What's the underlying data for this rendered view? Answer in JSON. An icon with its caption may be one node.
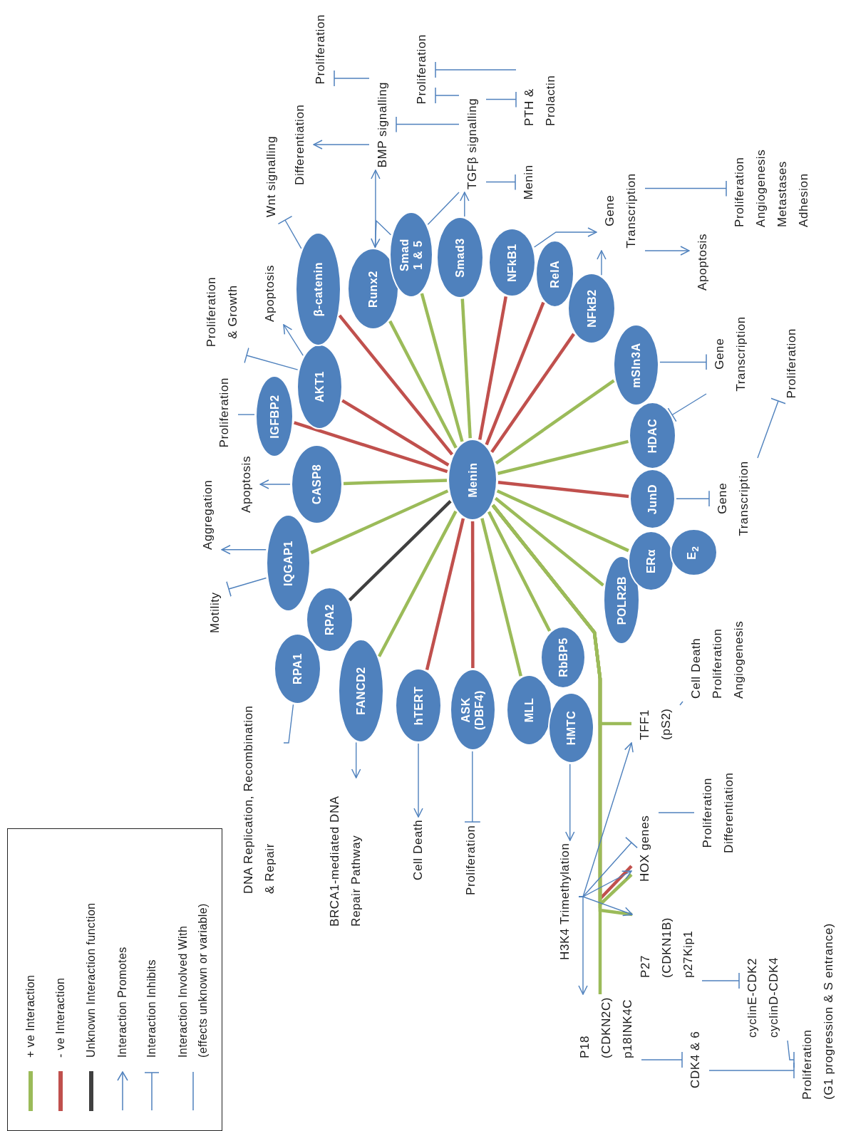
{
  "diagram": {
    "nodes": [
      {
        "text": [
          "Menin"
        ]
      },
      {
        "text": [
          "RPA1"
        ]
      },
      {
        "text": [
          "RPA2"
        ]
      },
      {
        "text": [
          "IQGAP1"
        ]
      },
      {
        "text": [
          "CASP8"
        ]
      },
      {
        "text": [
          "IGFBP2"
        ]
      },
      {
        "text": [
          "AKT1"
        ]
      },
      {
        "text": [
          "β-catenin"
        ]
      },
      {
        "text": [
          "Runx2"
        ]
      },
      {
        "text": [
          "Smad 1 & 5"
        ]
      },
      {
        "text": [
          "Smad3"
        ]
      },
      {
        "text": [
          "NFkB1"
        ]
      },
      {
        "text": [
          "RelA"
        ]
      },
      {
        "text": [
          "NFkB2"
        ]
      },
      {
        "text": [
          "mSIn3A"
        ]
      },
      {
        "text": [
          "HDAC"
        ]
      },
      {
        "text": [
          "JunD"
        ]
      },
      {
        "text": [
          "ERα"
        ]
      },
      {
        "text": [
          "E$_{2}$"
        ]
      },
      {
        "text": [
          "POLR2B"
        ]
      },
      {
        "text": [
          "RbBP5"
        ]
      },
      {
        "text": [
          "HMTC"
        ]
      },
      {
        "text": [
          "MLL"
        ]
      },
      {
        "text": [
          "ASK (DBF4)"
        ]
      },
      {
        "text": [
          "hTERT"
        ]
      },
      {
        "text": [
          "FANCD2"
        ]
      },
      {
        "text": [
          "DNA Replication, Recombination & Repair"
        ]
      },
      {
        "text": [
          "BRCA1-mediated DNA Repair Pathway"
        ]
      },
      {
        "text": [
          "Cell Death"
        ]
      },
      {
        "text": [
          "Proliferation"
        ]
      },
      {
        "text": [
          "H3K4 Trimethylation"
        ]
      },
      {
        "text": [
          "TFF1 (pS2)"
        ]
      },
      {
        "text": [
          "Cell Death",
          "Proliferation",
          "Angiogenesis"
        ]
      },
      {
        "text": [
          "HOX genes"
        ]
      },
      {
        "text": [
          "Proliferation",
          "Differentiation"
        ]
      },
      {
        "text": [
          "P27",
          "(CDKN1B)",
          "p27Kip1"
        ]
      },
      {
        "text": [
          "P18",
          "(CDKN2C)",
          "p18INK4C"
        ]
      },
      {
        "text": [
          "CDK4 & 6"
        ]
      },
      {
        "text": [
          "cyclinE-CDK2",
          "cyclinD-CDK4"
        ]
      },
      {
        "text": [
          "Proliferation",
          "(G1 progression & S entrance)"
        ]
      },
      {
        "text": [
          "Gene Transcription"
        ]
      },
      {
        "text": [
          "Proliferation"
        ]
      },
      {
        "text": [
          "Gene Transcription"
        ]
      },
      {
        "text": [
          "Gene Transcription"
        ]
      },
      {
        "text": [
          "Apoptosis"
        ]
      },
      {
        "text": [
          "Proliferation",
          "Angiogenesis",
          "Metastases",
          "Adhesion"
        ]
      },
      {
        "text": [
          "TGFβ signalling"
        ]
      },
      {
        "text": [
          "Menin"
        ]
      },
      {
        "text": [
          "PTH & Prolactin"
        ]
      },
      {
        "text": [
          "Proliferation"
        ]
      },
      {
        "text": [
          "BMP signalling"
        ]
      },
      {
        "text": [
          "Differentiation"
        ]
      },
      {
        "text": [
          "Proliferation"
        ]
      },
      {
        "text": [
          "Wnt signalling"
        ]
      },
      {
        "text": [
          "Apoptosis"
        ]
      },
      {
        "text": [
          "Proliferation & Growth"
        ]
      },
      {
        "text": [
          "Proliferation"
        ]
      },
      {
        "text": [
          "Apoptosis"
        ]
      },
      {
        "text": [
          "Aggregation"
        ]
      },
      {
        "text": [
          "Motility"
        ]
      }
    ],
    "edges": [
      {
        "from": 0,
        "to": 2,
        "arrow": "none",
        "style": "thick",
        "color": "#404040"
      },
      {
        "from": 0,
        "to": 3,
        "arrow": "none",
        "style": "thick",
        "color": "#9bbb59"
      },
      {
        "from": 0,
        "to": 4,
        "arrow": "none",
        "style": "thick",
        "color": "#9bbb59"
      },
      {
        "from": 0,
        "to": 5,
        "arrow": "none",
        "style": "thick",
        "color": "#c0504d"
      },
      {
        "from": 0,
        "to": 6,
        "arrow": "none",
        "style": "thick",
        "color": "#c0504d"
      },
      {
        "from": 0,
        "to": 7,
        "arrow": "none",
        "style": "thick",
        "color": "#c0504d"
      },
      {
        "from": 0,
        "to": 8,
        "arrow": "none",
        "style": "thick",
        "color": "#9bbb59"
      },
      {
        "from": 0,
        "to": 9,
        "arrow": "none",
        "style": "thick",
        "color": "#9bbb59"
      },
      {
        "from": 0,
        "to": 10,
        "arrow": "none",
        "style": "thick",
        "color": "#9bbb59"
      },
      {
        "from": 0,
        "to": 11,
        "arrow": "none",
        "style": "thick",
        "color": "#c0504d"
      },
      {
        "from": 0,
        "to": 12,
        "arrow": "none",
        "style": "thick",
        "color": "#c0504d"
      },
      {
        "from": 0,
        "to": 13,
        "arrow": "none",
        "style": "thick",
        "color": "#c0504d"
      },
      {
        "from": 0,
        "to": 14,
        "arrow": "none",
        "style": "thick",
        "color": "#9bbb59"
      },
      {
        "from": 0,
        "to": 15,
        "arrow": "none",
        "style": "thick",
        "color": "#9bbb59"
      },
      {
        "from": 0,
        "to": 16,
        "arrow": "none",
        "style": "thick",
        "color": "#c0504d"
      },
      {
        "from": 0,
        "to": 17,
        "arrow": "none",
        "style": "thick",
        "color": "#9bbb59"
      },
      {
        "from": 0,
        "to": 19,
        "arrow": "none",
        "style": "thick",
        "color": "#9bbb59"
      },
      {
        "from": 0,
        "to": 20,
        "arrow": "none",
        "style": "thick",
        "color": "#9bbb59"
      },
      {
        "from": 0,
        "to": 22,
        "arrow": "none",
        "style": "thick",
        "color": "#9bbb59"
      },
      {
        "from": 0,
        "to": 23,
        "arrow": "none",
        "style": "thick",
        "color": "#c0504d"
      },
      {
        "from": 0,
        "to": 24,
        "arrow": "none",
        "style": "thick",
        "color": "#c0504d"
      },
      {
        "from": 0,
        "to": 25,
        "arrow": "none",
        "style": "thick",
        "color": "#9bbb59"
      },
      {
        "from": 0,
        "to": 33,
        "arrow": "none",
        "style": "thick",
        "color": "#c0504d"
      },
      {
        "from": 0,
        "to": 31,
        "arrow": "none",
        "style": "thick",
        "color": "#9bbb59"
      },
      {
        "from": 0,
        "to": 36,
        "arrow": "none",
        "style": "thick",
        "color": "#9bbb59"
      },
      {
        "from": 0,
        "to": 33,
        "arrow": "none",
        "style": "thick",
        "color": "#9bbb59"
      },
      {
        "from": 0,
        "to": 35,
        "arrow": "none",
        "style": "thick",
        "color": "#9bbb59"
      },
      {
        "from": 1,
        "to": 26,
        "arrow": "none"
      },
      {
        "from": 25,
        "to": 27,
        "arrow": "to"
      },
      {
        "from": 24,
        "to": 28,
        "arrow": "to"
      },
      {
        "from": 23,
        "to": 29,
        "arrow": "other"
      },
      {
        "from": 21,
        "to": 30,
        "arrow": "to"
      },
      {
        "from": 30,
        "to": 36,
        "arrow": "to"
      },
      {
        "from": 30,
        "to": 35,
        "arrow": "to"
      },
      {
        "from": 30,
        "to": 33,
        "arrow": "to"
      },
      {
        "from": 30,
        "to": 33,
        "arrow": "other"
      },
      {
        "from": 30,
        "to": 31,
        "arrow": "to"
      },
      {
        "from": 31,
        "to": 32,
        "arrow": "none"
      },
      {
        "from": 33,
        "to": 34,
        "arrow": "none"
      },
      {
        "from": 36,
        "to": 37,
        "arrow": "other"
      },
      {
        "from": 35,
        "to": 38,
        "arrow": "other"
      },
      {
        "from": 37,
        "to": 39,
        "arrow": "other"
      },
      {
        "from": 38,
        "to": 39,
        "arrow": "other"
      },
      {
        "from": 16,
        "to": 40,
        "arrow": "other"
      },
      {
        "from": 14,
        "to": 42,
        "arrow": "other"
      },
      {
        "from": 42,
        "to": 15,
        "arrow": "other"
      },
      {
        "from": 40,
        "to": 41,
        "arrow": "other"
      },
      {
        "from": 11,
        "to": 43,
        "arrow": "to"
      },
      {
        "from": 13,
        "to": 43,
        "arrow": "to"
      },
      {
        "from": 43,
        "to": 44,
        "arrow": "to"
      },
      {
        "from": 43,
        "to": 45,
        "arrow": "other"
      },
      {
        "from": 10,
        "to": 46,
        "arrow": "to"
      },
      {
        "from": 9,
        "to": 46,
        "arrow": "none"
      },
      {
        "from": 46,
        "to": 50,
        "arrow": "other"
      },
      {
        "from": 46,
        "to": 47,
        "arrow": "other"
      },
      {
        "from": 46,
        "to": 48,
        "arrow": "other"
      },
      {
        "from": 46,
        "to": 49,
        "arrow": "other"
      },
      {
        "from": 48,
        "to": 49,
        "arrow": "other"
      },
      {
        "from": 8,
        "to": 50,
        "arrow": "to"
      },
      {
        "from": 9,
        "to": 8,
        "arrow": "to"
      },
      {
        "from": 50,
        "to": 51,
        "arrow": "to"
      },
      {
        "from": 50,
        "to": 52,
        "arrow": "other"
      },
      {
        "from": 7,
        "to": 53,
        "arrow": "other"
      },
      {
        "from": 6,
        "to": 54,
        "arrow": "to"
      },
      {
        "from": 6,
        "to": 55,
        "arrow": "other"
      },
      {
        "from": 5,
        "to": 56,
        "arrow": "none"
      },
      {
        "from": 4,
        "to": 57,
        "arrow": "to"
      },
      {
        "from": 3,
        "to": 58,
        "arrow": "to"
      },
      {
        "from": 3,
        "to": 59,
        "arrow": "other"
      }
    ],
    "legend": [
      {
        "text": "+ ve Interaction",
        "color": "#9bbb59"
      },
      {
        "text": "- ve Interaction",
        "color": "#c0504d"
      },
      {
        "text": "Unknown Interaction function",
        "color": "#404040"
      },
      {
        "text": "Interaction Promotes"
      },
      {
        "text": "Interaction Inhibits"
      },
      {
        "text": "Interaction Involved With (effects unknown or variable)"
      }
    ]
  }
}
